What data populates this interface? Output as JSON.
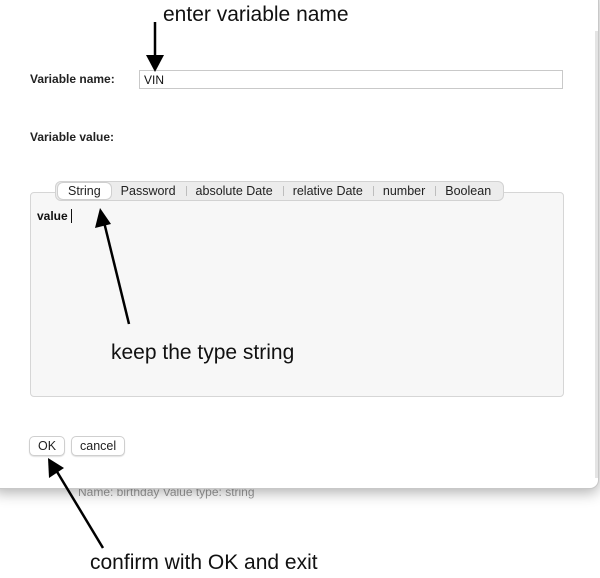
{
  "backdrop": {
    "behind_text": "Name: birthday  Value type: string"
  },
  "dialog": {
    "variable_name_label": "Variable name:",
    "variable_name_value": "VIN",
    "variable_value_label": "Variable value:",
    "tabs": [
      {
        "label": "String",
        "selected": true
      },
      {
        "label": "Password",
        "selected": false
      },
      {
        "label": "absolute Date",
        "selected": false
      },
      {
        "label": "relative Date",
        "selected": false
      },
      {
        "label": "number",
        "selected": false
      },
      {
        "label": "Boolean",
        "selected": false
      }
    ],
    "value_text": "value",
    "ok_label": "OK",
    "cancel_label": "cancel"
  },
  "annotations": {
    "top": "enter variable name",
    "middle": "keep the type string",
    "bottom": "confirm with OK and exit"
  },
  "colors": {
    "arrow": "#000000",
    "panel_bg": "#f7f7f7",
    "tab_bar_bg": "#ececec"
  }
}
